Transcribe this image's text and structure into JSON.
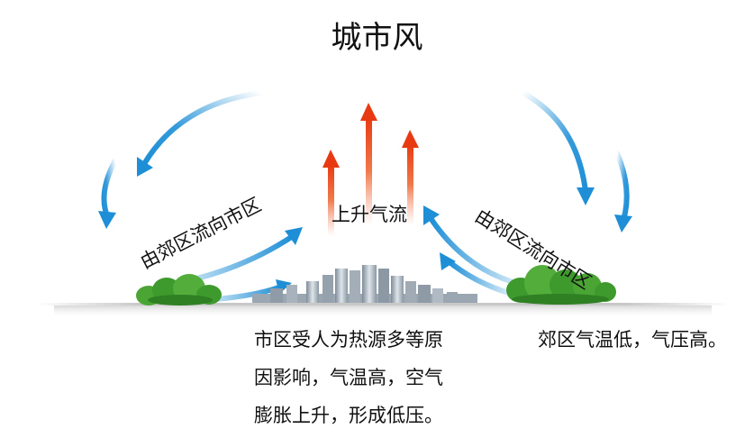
{
  "title": "城市风",
  "labels": {
    "rising_air": "上升气流",
    "left_flow": "由郊区流向市区",
    "right_flow": "由郊区流向市区"
  },
  "descriptions": {
    "city_lines": [
      "市区受人为热源多等原",
      "因影响，气温高，空气",
      "膨胀上升，形成低压。"
    ],
    "suburb": "郊区气温低，气压高。"
  },
  "colors": {
    "flow_arrow": "#1e8fd6",
    "rising_arrow": "#e83a12",
    "trees": "#3f9a2e",
    "ground": "#bdbdbd",
    "buildings": "#9aa6b2"
  }
}
